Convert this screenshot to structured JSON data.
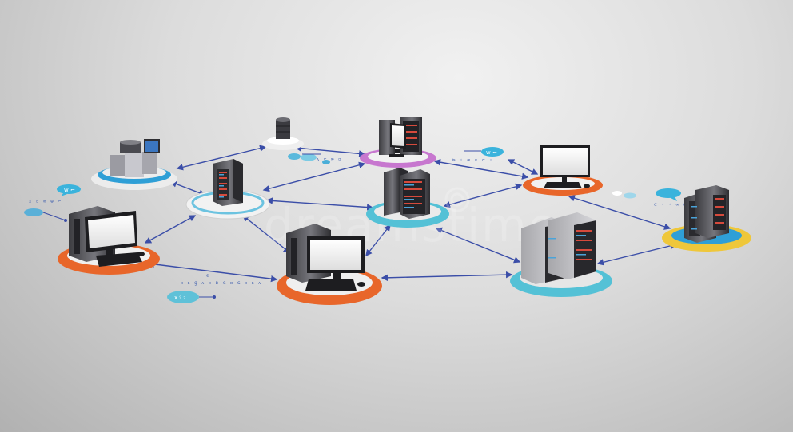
{
  "watermark": "dreamstime",
  "floating_labels": [
    "ᴥ ▫ ∞ ⊕ ⌐",
    "ᴧ ⌐ ∞ ▫",
    "⊳ ◦ ∞ ∝ ⌐ ◦",
    "⊂ ◦ ◦ ∞ ⊂",
    "ᴅ ᴇ ɡ ᴀ ᴅ ʙ   ɢ ᴅ ɢ   ᴅ ᴇ ᴀ"
  ],
  "pill_labels": [
    "ᴡ ⌐",
    "ᴡ ⌐",
    "x ᵍ ₂"
  ],
  "palette": {
    "orange": "#e8662a",
    "cyan": "#54c1d6",
    "purple": "#c777cf",
    "yellow": "#efc73a",
    "blue": "#3aa9dc",
    "link": "#3b4ea8"
  }
}
